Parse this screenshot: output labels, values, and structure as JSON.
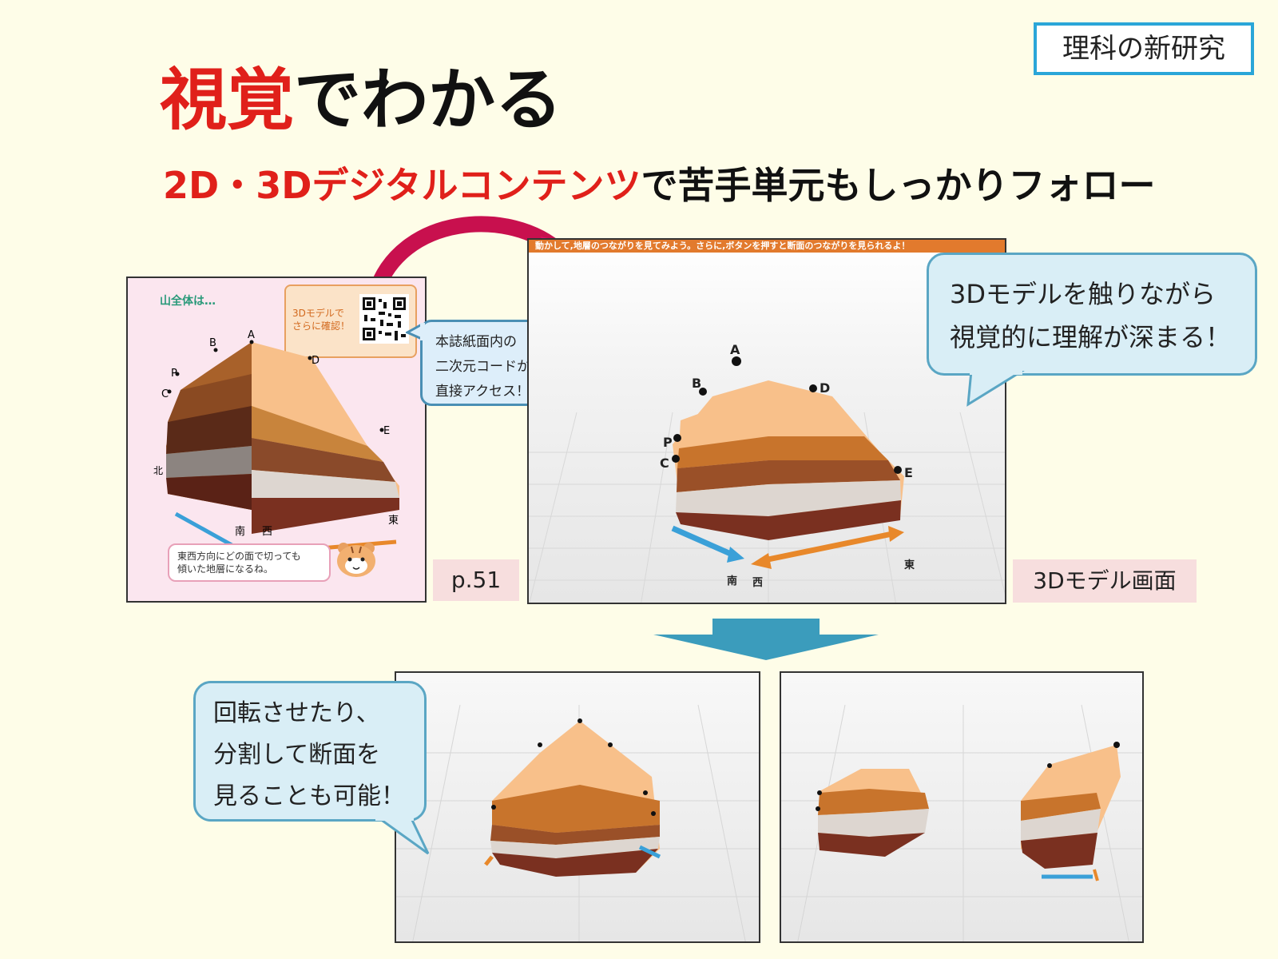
{
  "badge": "理科の新研究",
  "title": {
    "red": "視覚",
    "rest": "でわかる"
  },
  "subtitle": {
    "red": "2D・3Dデジタルコンテンツ",
    "rest": "で苦手単元もしっかりフォロー"
  },
  "page_excerpt": {
    "heading": "山全体は…",
    "qr_bubble": [
      "3Dモデルで",
      "さらに確認！"
    ],
    "points": [
      "A",
      "B",
      "D",
      "P",
      "C",
      "E"
    ],
    "north_label": "北",
    "directions": {
      "south": "南",
      "west": "西",
      "east": "東"
    },
    "speech": [
      "東西方向にどの面で切っても",
      "傾いた地層になるね。"
    ],
    "caption": "p.51"
  },
  "callout_qr": [
    "本誌紙面内の",
    "二次元コードから",
    "直接アクセス！"
  ],
  "model_screen": {
    "instruction": "動かして,地層のつながりを見てみよう。さらに,ボタンを押すと断面のつながりを見られるよ！",
    "points": [
      "A",
      "B",
      "D",
      "P",
      "C",
      "E"
    ],
    "directions": {
      "south": "南",
      "west": "西",
      "east": "東"
    },
    "caption": "3Dモデル画面"
  },
  "callout_3d": [
    "3Dモデルを触りながら",
    "視覚的に理解が深まる！"
  ],
  "callout_rotate": [
    "回転させたり、",
    "分割して断面を",
    "見ることも可能！"
  ],
  "colors": {
    "red": "#e0201a",
    "blue_arrow": "#3aa0d8",
    "orange_arrow": "#e8882a",
    "badge_border": "#2aa6d8"
  }
}
